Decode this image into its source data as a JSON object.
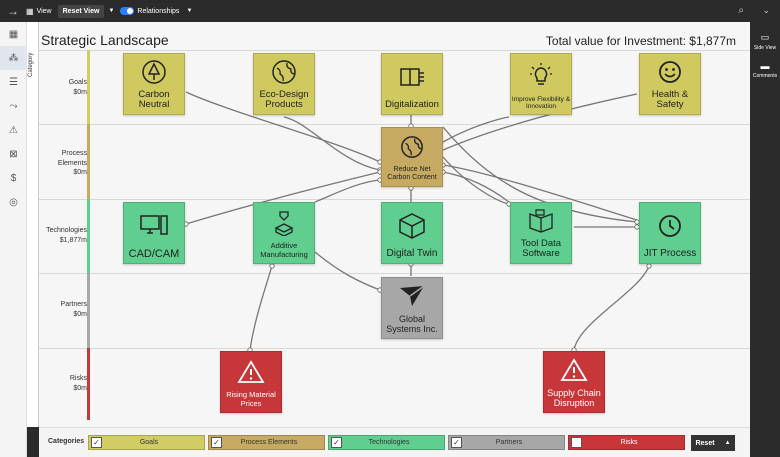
{
  "toolbar": {
    "view_label": "View",
    "reset_view_label": "Reset View",
    "relationships_label": "Relationships"
  },
  "sidebar": {
    "category_label": "Category",
    "icons": [
      "overview-icon",
      "network-icon",
      "list-icon",
      "trend-icon",
      "warning-icon",
      "matrix-icon",
      "money-icon",
      "fingerprint-icon"
    ]
  },
  "main": {
    "title": "Strategic Landscape",
    "total": "Total value for Investment: $1,877m",
    "lanes": [
      {
        "name": "Goals",
        "value": "$0m",
        "color": "#d2cc64"
      },
      {
        "name": "Process Elements",
        "value": "$0m",
        "color": "#c7aa61"
      },
      {
        "name": "Technologies",
        "value": "$1,877m",
        "color": "#5fce8e"
      },
      {
        "name": "Partners",
        "value": "$0m",
        "color": "#a7a7a7"
      },
      {
        "name": "Risks",
        "value": "$0m",
        "color": "#c7373a"
      }
    ],
    "nodes": {
      "carbon_neutral": "Carbon Neutral",
      "eco_design": "Eco-Design Products",
      "digitalization": "Digitalization",
      "improve_flex": "Improve Flexibility & Innovation",
      "health_safety": "Health & Safety",
      "reduce_carbon": "Reduce Net Carbon Content",
      "cad_cam": "CAD/CAM",
      "additive": "Additive Manufacturing",
      "digital_twin": "Digital Twin",
      "tool_data": "Tool Data Software",
      "jit": "JIT Process",
      "global_systems": "Global Systems Inc.",
      "rising_material": "Rising Material Prices",
      "supply_chain": "Supply Chain Disruption"
    }
  },
  "right_panel": {
    "side_view": "Side View",
    "comments": "Comments"
  },
  "categories": {
    "title": "Categories",
    "items": [
      {
        "label": "Goals",
        "color": "#d2cc64"
      },
      {
        "label": "Process Elements",
        "color": "#c7aa61"
      },
      {
        "label": "Technologies",
        "color": "#5fce8e"
      },
      {
        "label": "Partners",
        "color": "#a7a7a7"
      },
      {
        "label": "Risks",
        "color": "#c7373a"
      }
    ],
    "reset_label": "Reset"
  }
}
